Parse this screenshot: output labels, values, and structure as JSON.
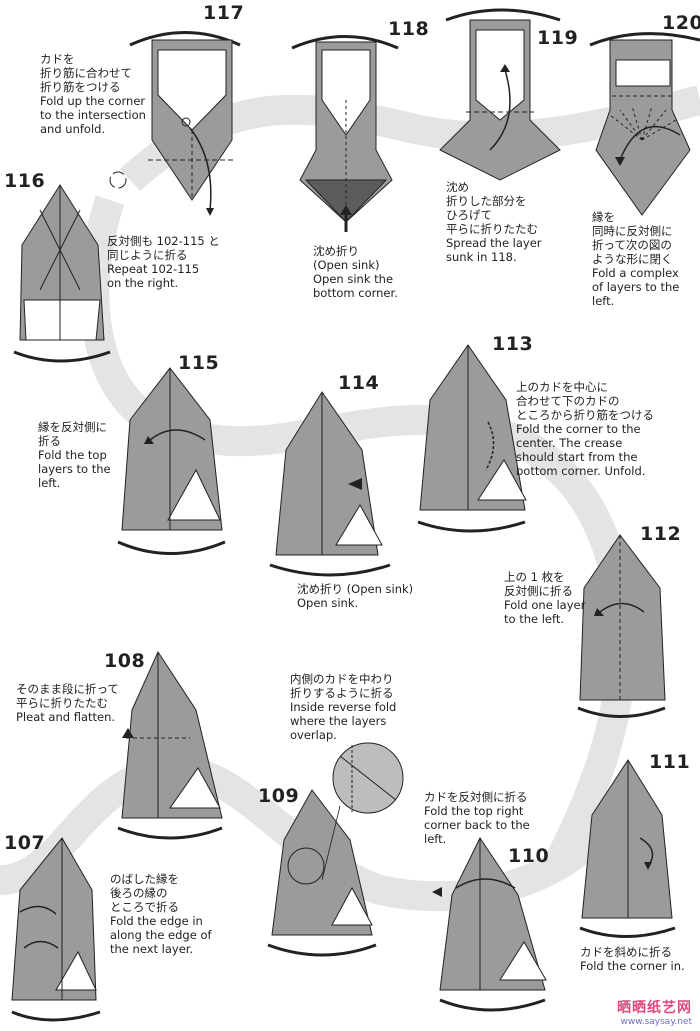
{
  "steps": [
    {
      "id": "116",
      "number": "116",
      "jp": "反対側も 102-115 と\n同じように折る",
      "en": "Repeat 102-115\non the right."
    },
    {
      "id": "117",
      "number": "117",
      "jp": "カドを\n折り筋に合わせて\n折り筋をつける",
      "en": "Fold up the corner\nto the intersection\nand unfold."
    },
    {
      "id": "118",
      "number": "118",
      "jp": "沈め折り\n(Open sink)",
      "en": "Open sink the\nbottom corner."
    },
    {
      "id": "119",
      "number": "119",
      "jp": "沈め\n折りした部分を\nひろげて\n平らに折りたたむ",
      "en": "Spread the layer\nsunk in 118."
    },
    {
      "id": "120",
      "number": "120",
      "jp": "縁を\n同時に反対側に\n折って次の図の\nような形に閉く",
      "en": "Fold a complex\nof layers to the\nleft."
    },
    {
      "id": "115",
      "number": "115",
      "jp": "縁を反対側に\n折る",
      "en": "Fold the top\nlayers to the\nleft."
    },
    {
      "id": "114",
      "number": "114",
      "jp": "沈め折り (Open sink)",
      "en": "Open sink."
    },
    {
      "id": "113",
      "number": "113",
      "jp": "上のカドを中心に\n合わせて下のカドの\nところから折り筋をつける",
      "en": "Fold the corner to the\ncenter. The crease\nshould start from the\nbottom corner. Unfold."
    },
    {
      "id": "112",
      "number": "112",
      "jp": "上の 1 枚を\n反対側に折る",
      "en": "Fold one layer\nto the left."
    },
    {
      "id": "108",
      "number": "108",
      "jp": "そのまま段に折って\n平らに折りたたむ",
      "en": "Pleat and flatten."
    },
    {
      "id": "109",
      "number": "109",
      "jp": "内側のカドを中わり\n折りするように折る",
      "en": "Inside reverse fold\nwhere the layers\noverlap."
    },
    {
      "id": "110",
      "number": "110",
      "jp": "カドを反対側に折る",
      "en": "Fold the top right\ncorner back to the\nleft."
    },
    {
      "id": "111",
      "number": "111",
      "jp": "カドを斜めに折る",
      "en": "Fold the corner in."
    },
    {
      "id": "107",
      "number": "107",
      "jp": "のばした縁を\n後ろの縁の\nところで折る",
      "en": "Fold the edge in\nalong the edge of\nthe next layer."
    }
  ],
  "watermark": {
    "brand": "晒晒纸艺网",
    "url": "www.saysay.net"
  },
  "colors": {
    "paper": "#9b9b9b",
    "paperDark": "#7a7a7a",
    "white": "#ffffff",
    "line": "#1e1e1e",
    "band": "#e3e3e3",
    "sink": "#5c5c5c"
  }
}
